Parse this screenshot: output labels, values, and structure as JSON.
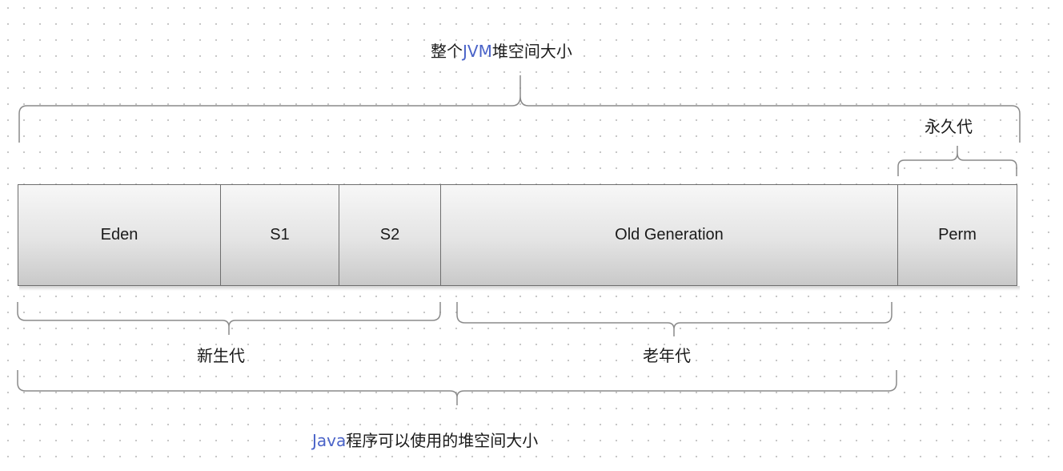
{
  "diagram": {
    "top_label_prefix": "整个",
    "top_label_jvm": "JVM",
    "top_label_suffix": "堆空间大小",
    "perm_label": "永久代",
    "segments": {
      "eden": "Eden",
      "s1": "S1",
      "s2": "S2",
      "old": "Old Generation",
      "perm": "Perm"
    },
    "young_label": "新生代",
    "old_label": "老年代",
    "bottom_label_java": "Java",
    "bottom_label_suffix": "程序可以使用的堆空间大小"
  }
}
